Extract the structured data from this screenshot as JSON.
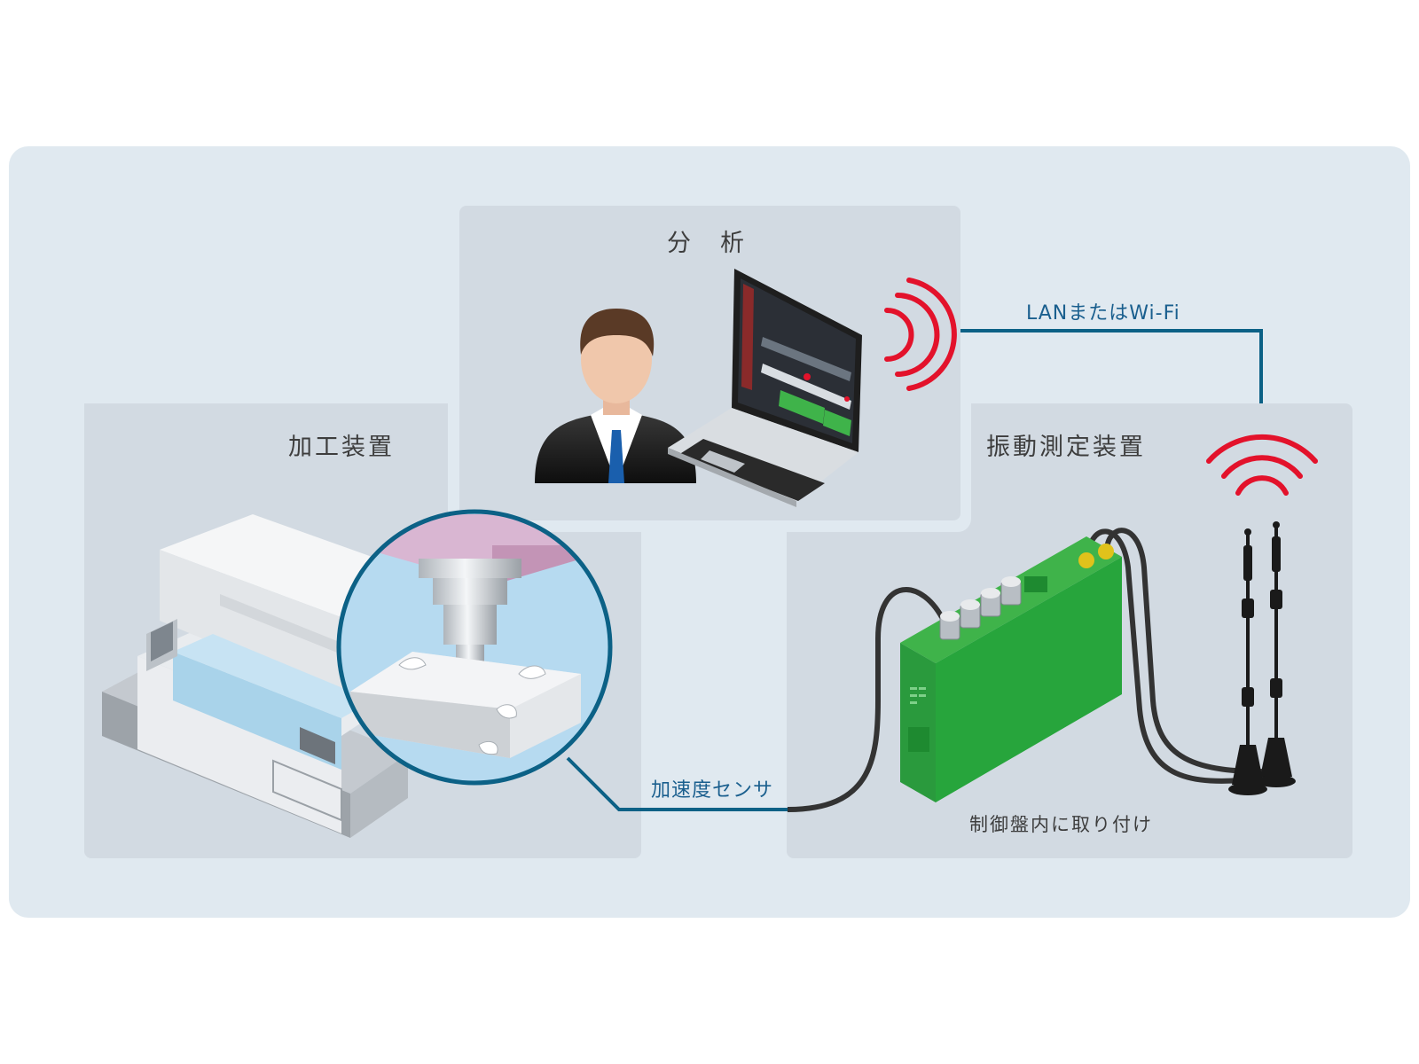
{
  "labels": {
    "analysis": "分　析",
    "machine": "加工装置",
    "vibration_device": "振動測定装置",
    "network": "LANまたはWi-Fi",
    "sensor": "加速度センサ",
    "install_note": "制御盤内に取り付け"
  },
  "colors": {
    "outer_panel": "#e0e9f0",
    "inner_panel": "#d2dae2",
    "connector_line": "#0c6186",
    "wifi_signal": "#e3122b",
    "device_green": "#27a53c",
    "tie_blue": "#1a5fad"
  },
  "icons": [
    "person-icon",
    "laptop-icon",
    "wifi-signal-icon",
    "machining-center-icon",
    "magnifier-icon",
    "end-mill-icon",
    "measurement-device-icon",
    "antenna-icon"
  ]
}
